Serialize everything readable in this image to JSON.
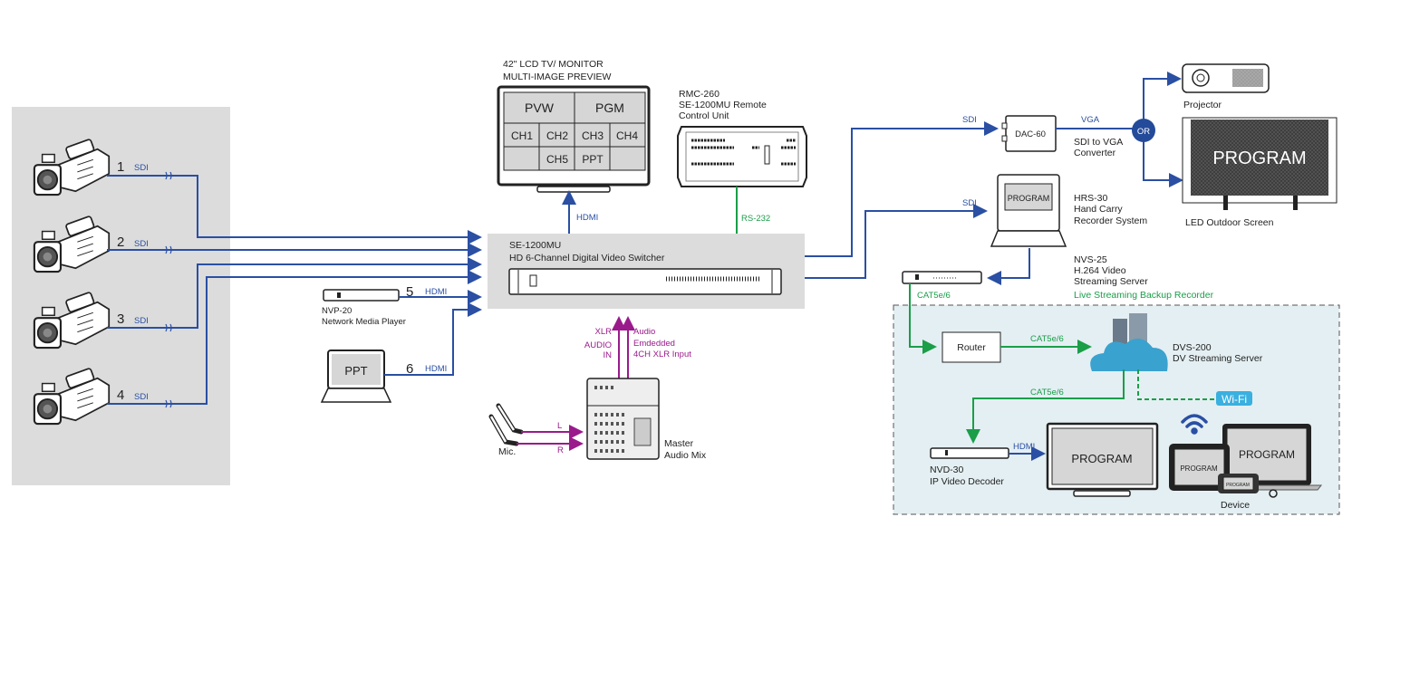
{
  "colors": {
    "video": "#2a4fa3",
    "network": "#1a9e48",
    "audio": "#9a1a8c",
    "panel": "#dcdcdc",
    "zone": "#e4eff3",
    "wifi": "#3ab0e0"
  },
  "cameras": [
    {
      "num": "1",
      "signal": "SDI"
    },
    {
      "num": "2",
      "signal": "SDI"
    },
    {
      "num": "3",
      "signal": "SDI"
    },
    {
      "num": "4",
      "signal": "SDI"
    }
  ],
  "monitor": {
    "title1": "42\" LCD TV/ MONITOR",
    "title2": "MULTI-IMAGE PREVIEW",
    "pvw": "PVW",
    "pgm": "PGM",
    "cells": [
      "CH1",
      "CH2",
      "CH3",
      "CH4",
      "",
      "CH5",
      "PPT",
      ""
    ],
    "link": "HDMI"
  },
  "remote": {
    "name": "RMC-260",
    "desc1": "SE-1200MU Remote",
    "desc2": "Control Unit",
    "link": "RS-232"
  },
  "switcher": {
    "name": "SE-1200MU",
    "desc": "HD 6-Channel Digital Video Switcher"
  },
  "player": {
    "num": "5",
    "link": "HDMI",
    "name": "NVP-20",
    "desc": "Network Media Player"
  },
  "laptop": {
    "screen": "PPT",
    "num": "6",
    "link": "HDMI"
  },
  "audio": {
    "xlr1": "XLR",
    "xlr2": "AUDIO",
    "xlr3": "IN",
    "emb1": "Audio",
    "emb2": "Emdedded",
    "emb3": "4CH XLR Input",
    "mic": "Mic.",
    "left": "L",
    "right": "R",
    "mixer1": "Master",
    "mixer2": "Audio Mix"
  },
  "converter": {
    "in": "SDI",
    "name": "DAC-60",
    "out": "VGA",
    "desc1": "SDI to VGA",
    "desc2": "Converter",
    "or": "OR"
  },
  "projector": {
    "label": "Projector"
  },
  "led": {
    "screen": "PROGRAM",
    "label": "LED Outdoor Screen"
  },
  "recorder": {
    "in": "SDI",
    "screen": "PROGRAM",
    "name": "HRS-30",
    "desc1": "Hand Carry",
    "desc2": "Recorder System"
  },
  "streamer": {
    "name": "NVS-25",
    "desc1": "H.264 Video",
    "desc2": "Streaming Server",
    "note": "Live Streaming Backup Recorder",
    "link": "CAT5e/6"
  },
  "network": {
    "router": "Router",
    "link1": "CAT5e/6",
    "link2": "CAT5e/6",
    "server1": "DVS-200",
    "server2": "DV Streaming Server",
    "wifi": "Wi-Fi"
  },
  "decoder": {
    "name": "NVD-30",
    "desc": "IP Video Decoder",
    "link": "HDMI",
    "tv": "PROGRAM"
  },
  "devices": {
    "laptop": "PROGRAM",
    "tablet": "PROGRAM",
    "phone": "PROGRAM",
    "label": "Device"
  }
}
